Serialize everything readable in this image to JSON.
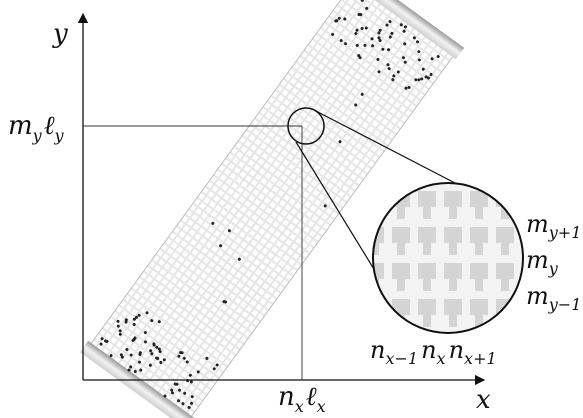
{
  "axes": {
    "x_label": "x",
    "y_label": "y"
  },
  "crosshair": {
    "x_tick_main": "n",
    "x_tick_sub": "x",
    "x_tick_tail": "ℓ",
    "x_tick_tail_sub": "x",
    "y_tick_main": "m",
    "y_tick_sub": "y",
    "y_tick_tail": "ℓ",
    "y_tick_tail_sub": "y"
  },
  "zoom_inset": {
    "row_labels": [
      {
        "base": "m",
        "sub": "y+1"
      },
      {
        "base": "m",
        "sub": "y"
      },
      {
        "base": "m",
        "sub": "y−1"
      }
    ],
    "col_labels": [
      {
        "base": "n",
        "sub": "x−1"
      },
      {
        "base": "n",
        "sub": "x"
      },
      {
        "base": "n",
        "sub": "x+1"
      }
    ]
  },
  "colors": {
    "grid_light": "#d4d4d4",
    "grid_bg": "#f3f3f3",
    "tube_edge": "#9a9a9a",
    "ink": "#111111"
  }
}
